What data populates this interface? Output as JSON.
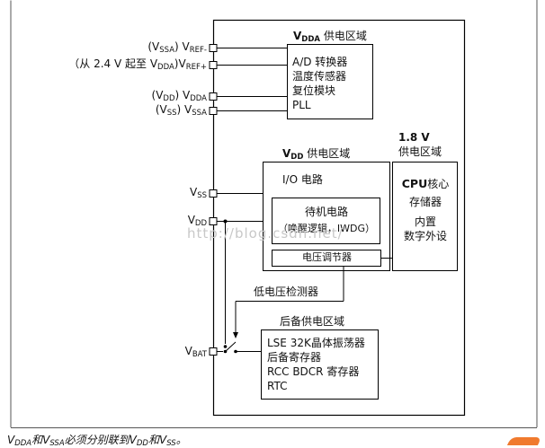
{
  "pins": {
    "vref_minus": {
      "paren": "(V",
      "paren_sub": "SSA",
      "paren_close": ")",
      "name": "V",
      "name_sub": "REF-"
    },
    "vref_plus": {
      "paren": "（从 2.4 V 起至 V",
      "paren_sub": "DDA",
      "paren_close": ")",
      "name": "V",
      "name_sub": "REF+"
    },
    "vdda": {
      "paren": "(V",
      "paren_sub": "DD",
      "paren_close": ")",
      "name": "V",
      "name_sub": "DDA"
    },
    "vssa": {
      "paren": "(V",
      "paren_sub": "SS",
      "paren_close": ")",
      "name": "V",
      "name_sub": "SSA"
    },
    "vss": {
      "name": "V",
      "name_sub": "SS"
    },
    "vdd": {
      "name": "V",
      "name_sub": "DD"
    },
    "vbat": {
      "name": "V",
      "name_sub": "BAT"
    }
  },
  "vdda_domain": {
    "title_prefix": "V",
    "title_sub": "DDA",
    "title_suffix": " 供电区域",
    "items": [
      "A/D 转换器",
      "温度传感器",
      "复位模块",
      "PLL"
    ]
  },
  "vdd_domain": {
    "title_prefix": "V",
    "title_sub": "DD",
    "title_suffix": " 供电区域",
    "io": "I/O 电路",
    "standby_line1": "待机电路",
    "standby_line2": "（唤醒逻辑，IWDG）",
    "regulator": "电压调节器"
  },
  "core_domain": {
    "title_line1": "1.8 V",
    "title_line2": "供电区域",
    "items": [
      "CPU核心",
      "存储器",
      "内置",
      "数字外设"
    ]
  },
  "detector": "低电压检测器",
  "backup_domain": {
    "title": "后备供电区域",
    "items": [
      "LSE 32K晶体振荡器",
      "后备寄存器",
      "RCC BDCR 寄存器",
      "RTC"
    ]
  },
  "watermark": "http://blog.csdn.net/",
  "caption": {
    "p1": "V",
    "p1_sub": "DDA",
    "p2": "和V",
    "p2_sub": "SSA",
    "p3": "必须分别联到V",
    "p3_sub": "DD",
    "p4": "和V",
    "p4_sub": "SS",
    "p5": "。"
  }
}
